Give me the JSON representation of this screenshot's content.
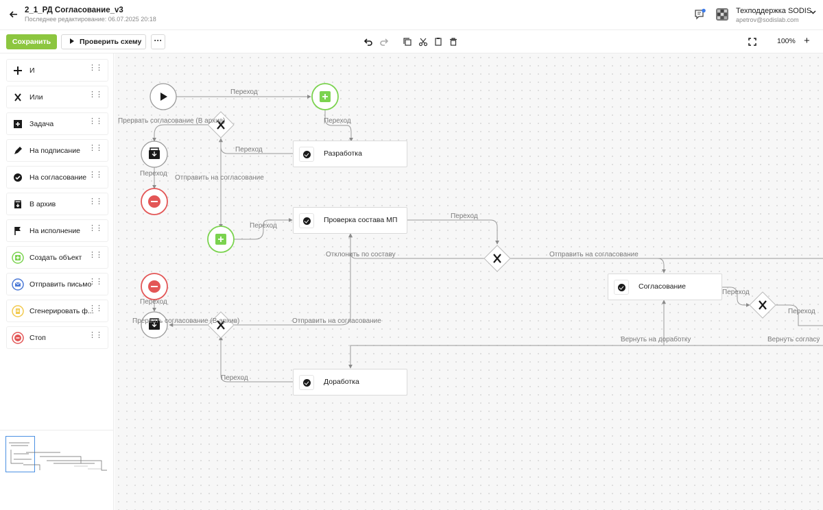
{
  "header": {
    "back_icon": "arrow-left-icon",
    "title": "2_1_РД Согласование_v3",
    "subtitle": "Последнее редактирование: 06.07.2025 20:18",
    "user_name": "Техподдержка SODIS",
    "user_email": "apetrov@sodislab.com"
  },
  "toolbar": {
    "save_label": "Сохранить",
    "check_label": "Проверить схему",
    "more_label": "···",
    "zoom": "100%",
    "zoom_plus": "+"
  },
  "palette": [
    {
      "label": "И",
      "icon": "plus-icon"
    },
    {
      "label": "Или",
      "icon": "x-icon"
    },
    {
      "label": "Задача",
      "icon": "task-icon"
    },
    {
      "label": "На подписание",
      "icon": "pen-icon"
    },
    {
      "label": "На согласование",
      "icon": "check-circle-icon"
    },
    {
      "label": "В архив",
      "icon": "archive-icon"
    },
    {
      "label": "На исполнение",
      "icon": "flag-icon"
    },
    {
      "label": "Создать объект",
      "icon": "create-object-icon"
    },
    {
      "label": "Отправить письмо",
      "icon": "mail-icon"
    },
    {
      "label": "Сгенерировать ф...",
      "icon": "document-icon"
    },
    {
      "label": "Стоп",
      "icon": "stop-icon"
    }
  ],
  "tasks": {
    "t1": "Разработка",
    "t2": "Проверка состава МП",
    "t3": "Согласование",
    "t4": "Доработка"
  },
  "edge_labels": {
    "e1": "Переход",
    "e2": "Переход",
    "e3": "Прервать согласование (В архив)",
    "e4": "Переход",
    "e5": "Переход",
    "e6": "Отправить на согласование",
    "e7": "Переход",
    "e8": "Переход",
    "e9": "Отклонить по составу",
    "e10": "Отправить на согласование",
    "e11": "Переход",
    "e12": "Переход",
    "e13": "Переход",
    "e14": "Прервать согласование (В архив)",
    "e15": "Отправить на согласование",
    "e16": "Вернуть на доработку",
    "e17": "Вернуть согласу",
    "e18": "Переход"
  },
  "colors": {
    "accent": "#8cc63f",
    "stop": "#e35656",
    "edge": "#9a9a9a",
    "minimap": "#4a90e2"
  }
}
